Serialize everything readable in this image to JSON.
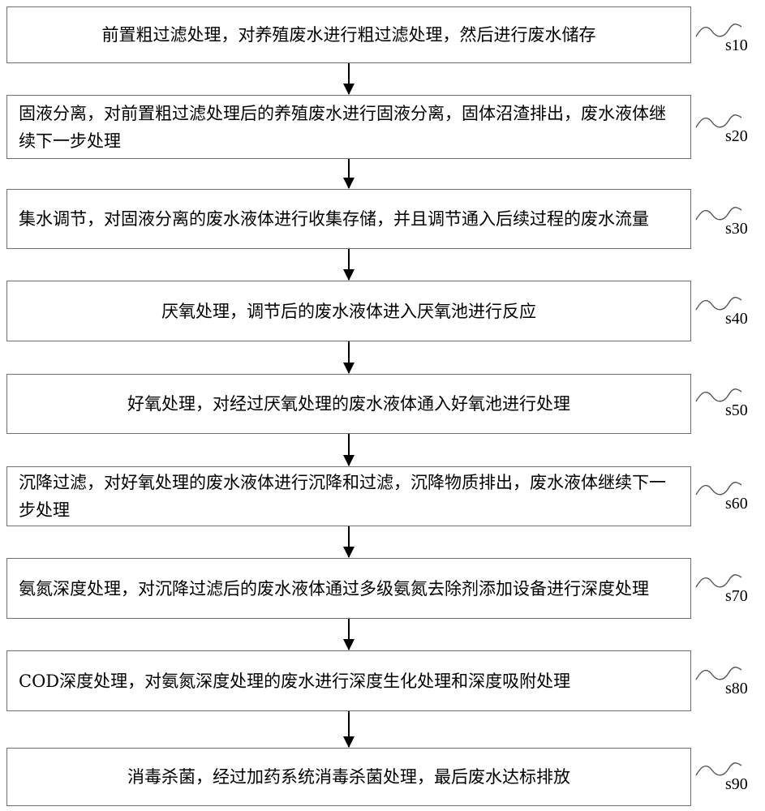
{
  "steps": [
    {
      "id": "s10",
      "text": "前置粗过滤处理，对养殖废水进行粗过滤处理，然后进行废水储存"
    },
    {
      "id": "s20",
      "text": "固液分离，对前置粗过滤处理后的养殖废水进行固液分离，固体沼渣排出，废水液体继续下一步处理"
    },
    {
      "id": "s30",
      "text": "集水调节，对固液分离的废水液体进行收集存储，并且调节通入后续过程的废水流量"
    },
    {
      "id": "s40",
      "text": "厌氧处理，调节后的废水液体进入厌氧池进行反应"
    },
    {
      "id": "s50",
      "text": "好氧处理，对经过厌氧处理的废水液体通入好氧池进行处理"
    },
    {
      "id": "s60",
      "text": "沉降过滤，对好氧处理的废水液体进行沉降和过滤，沉降物质排出，废水液体继续下一步处理"
    },
    {
      "id": "s70",
      "text": "氨氮深度处理，对沉降过滤后的废水液体通过多级氨氮去除剂添加设备进行深度处理"
    },
    {
      "id": "s80",
      "text": "COD深度处理，对氨氮深度处理的废水进行深度生化处理和深度吸附处理"
    },
    {
      "id": "s90",
      "text": "消毒杀菌，经过加药系统消毒杀菌处理，最后废水达标排放"
    }
  ]
}
